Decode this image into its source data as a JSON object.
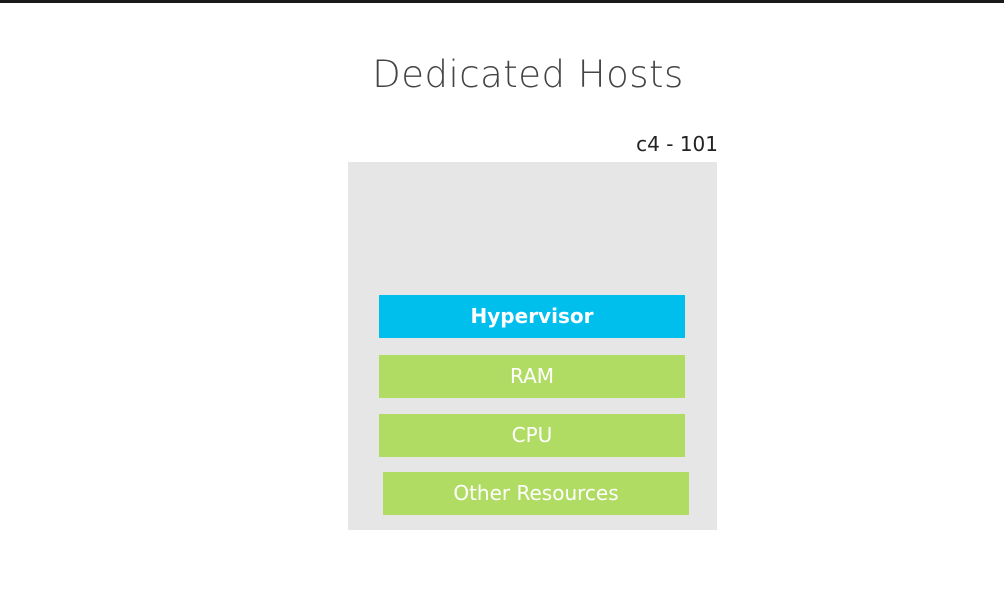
{
  "title": "Dedicated Hosts",
  "host": {
    "label": "c4 - 101"
  },
  "layers": {
    "hypervisor": "Hypervisor",
    "ram": "RAM",
    "cpu": "CPU",
    "other": "Other Resources"
  },
  "colors": {
    "hypervisor": "#00bfed",
    "resource": "#b1dc64",
    "host_box": "#e6e6e6",
    "text": "#444444"
  }
}
